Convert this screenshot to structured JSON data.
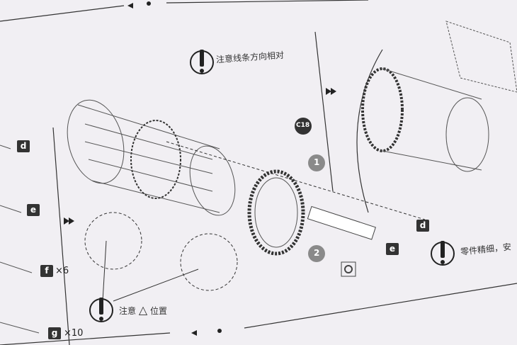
{
  "notes": {
    "top": "注意线条方向相对",
    "bottom_prefix": "注意",
    "bottom_symbol": "△",
    "bottom_suffix": "位置",
    "right": "零件精细，安"
  },
  "part_labels": {
    "left_d": "d",
    "left_e": "e",
    "left_f": "f",
    "left_f_count": "×6",
    "left_g": "g",
    "left_g_count": "×10",
    "right_d": "d",
    "right_e": "e",
    "ring": "C18",
    "step1": "1",
    "step2": "2"
  },
  "colors": {
    "paper": "#f1eff3",
    "ink": "#333333",
    "step_badge": "#8a8a8a"
  }
}
